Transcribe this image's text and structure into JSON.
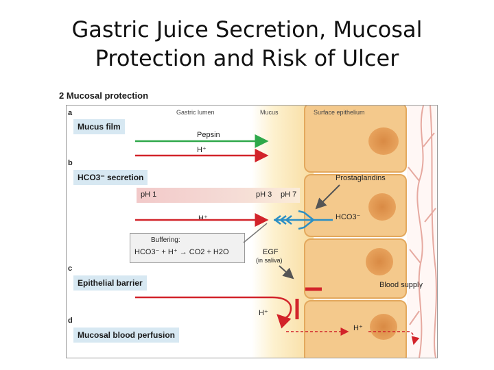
{
  "slide": {
    "title_line1": "Gastric Juice Secretion, Mucosal",
    "title_line2": "Protection and Risk of Ulcer"
  },
  "figure": {
    "heading": "2 Mucosal protection",
    "column_headers": {
      "lumen": "Gastric lumen",
      "mucus": "Mucus",
      "epithelium": "Surface epithelium"
    },
    "sections": [
      {
        "letter": "a",
        "title": "Mucus film"
      },
      {
        "letter": "b",
        "title": "HCO3⁻ secretion"
      },
      {
        "letter": "c",
        "title": "Epithelial barrier"
      },
      {
        "letter": "d",
        "title": "Mucosal blood perfusion"
      }
    ],
    "arrows": {
      "pepsin": "Pepsin",
      "h_plus": "H⁺",
      "hco3": "HCO3⁻",
      "prostaglandins": "Prostaglandins",
      "egf_line1": "EGF",
      "egf_line2": "(in saliva)",
      "blood_supply": "Blood supply"
    },
    "ph_bar": {
      "left": "pH 1",
      "middle": "pH 3",
      "right": "pH 7"
    },
    "buffering": {
      "title": "Buffering:",
      "equation": "HCO3⁻ + H⁺ → CO2 + H2O"
    },
    "colors": {
      "pepsin_arrow": "#2ea84a",
      "acid_arrow": "#d2232a",
      "bicarbonate_arrow": "#2b8fc4",
      "section_box": "#d7e8f2",
      "cell_fill": "#f4c98c",
      "vessel": "#e6a9a0"
    }
  }
}
